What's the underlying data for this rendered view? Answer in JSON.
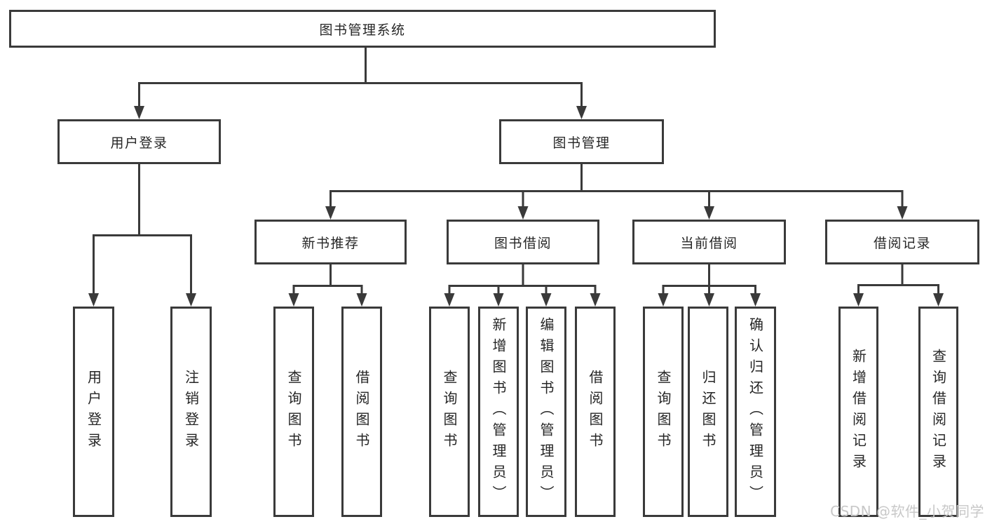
{
  "diagram": {
    "root": "图书管理系统",
    "level2": {
      "user_login": "用户登录",
      "book_management": "图书管理"
    },
    "level3": {
      "new_book_recommend": "新书推荐",
      "book_borrowing": "图书借阅",
      "current_borrowing": "当前借阅",
      "borrowing_records": "借阅记录"
    },
    "leaves": {
      "user_login": "用户登录",
      "logout": "注销登录",
      "recommend_query_books": "查询图书",
      "recommend_borrow_books": "借阅图书",
      "borrowing_query_books": "查询图书",
      "borrowing_add_books": "新增图书（管理员）",
      "borrowing_edit_books": "编辑图书（管理员）",
      "borrowing_borrow_books": "借阅图书",
      "current_query_books": "查询图书",
      "current_return_books": "归还图书",
      "current_confirm_return": "确认归还（管理员）",
      "records_add_record": "新增借阅记录",
      "records_query_record": "查询借阅记录"
    }
  },
  "watermark": "CSDN @软件_小贺同学",
  "colors": {
    "line": "#3a3a3a",
    "text": "#262626",
    "watermark": "#c8c8c8",
    "background": "#ffffff"
  }
}
